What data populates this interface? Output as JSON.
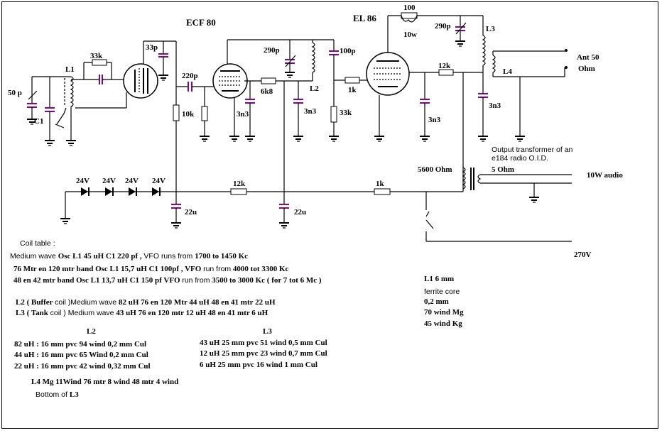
{
  "tubes": {
    "ecf80": "ECF 80",
    "el86": "EL 86"
  },
  "labels": {
    "c50p": "50  p",
    "c1": "C1",
    "l1": "L1",
    "r33k": "33k",
    "c33p": "33p",
    "c220p": "220p",
    "r10k": "10k",
    "c3n3_a": "3n3",
    "r6k8": "6k8",
    "c290p_a": "290p",
    "l2": "L2",
    "c100p": "100p",
    "c3n3_b": "3n3",
    "r1k_a": "1k",
    "r33k_b": "33k",
    "r100": "100",
    "r10w": "10w",
    "c290p_b": "290p",
    "l3": "L3",
    "l4": "L4",
    "ant": "Ant 50",
    "ohm": "Ohm",
    "r12k_a": "12k",
    "c3n3_c": "3n3",
    "c3n3_d": "3n3",
    "z1": "24V",
    "z2": "24V",
    "z3": "24V",
    "z4": "24V",
    "r12k_b": "12k",
    "c22u_a": "22u",
    "c22u_b": "22u",
    "r1k_b": "1k",
    "ohm5600": "5600 Ohm",
    "ohm5": "5 Ohm",
    "audio": "10W audio",
    "v270": "270V",
    "ot1": "Output transformer of an",
    "ot2": "e184 radio O.I.D."
  },
  "notes": {
    "coil_table": "Coil table      :",
    "mw_a": "Medium wave ",
    "mw_b": "Osc L1   45 uH  C1 220 pf  , ",
    "mw_c": "VFO ",
    "mw_d": "runs from ",
    "mw_e": " 1700 to  1450 Kc",
    "b76_a": "76 Mtr en 120 mtr  band   Osc L1     15,7 uH  C1 100pf , VFO  ",
    "b76_b": "run from",
    "b76_c": " 4000 tot 3300 Kc",
    "b48_a": "48 en 42 mtr band   Osc L1  13,7 uH   C1 150 pf  VFO ",
    "b48_b": "run from",
    "b48_c": " 3500 to   3000 Kc (  for  7 tot 6 Mc )",
    "l2_a": "L2 ( Buffer   ",
    "l2_b": "coil  )",
    "l2_c": "Medium wave ",
    "l2_d": "82 uH        76 en 120 Mtr  44 uH            48 en 41 mtr   22 uH",
    "l3_a": "L3 ( Tank ",
    "l3_b": "coil  ) ",
    "l3_c": " Medium wave ",
    "l3_d": "43 uH        76 en 120 mtr   12 uH            48 en 41 mtr  6 uH",
    "l2_head": "L2",
    "l3_head": "L3",
    "l2_r1": "82 uH  :  16 mm pvc   94 wind 0,2    mm Cul",
    "l2_r2": "44 uH  :  16 mm pvc  65 Wind 0,2    mm Cul",
    "l2_r3": "22 uH  :  16 mm pvc   42 wind 0,32 mm Cul",
    "l3_r1": "43 uH    25 mm pvc   51 wind   0,5 mm Cul",
    "l3_r2": "12 uH    25 mm pvc   23 wind   0,7 mm Cul",
    "l3_r3": "6 uH      25 mm pvc   16 wind    1 mm  Cul",
    "l4_a": "L4    Mg    11Wind   76 mtr    8 wind      48 mtr   4 wind",
    "l4_b": "Bottom of  ",
    "l4_c": "L3",
    "l1_a": "L1     6 mm",
    "l1_b": "ferrite core",
    "l1_c": "0,2 mm",
    "l1_d": "70 wind  Mg",
    "l1_e": "45 wind  Kg"
  }
}
